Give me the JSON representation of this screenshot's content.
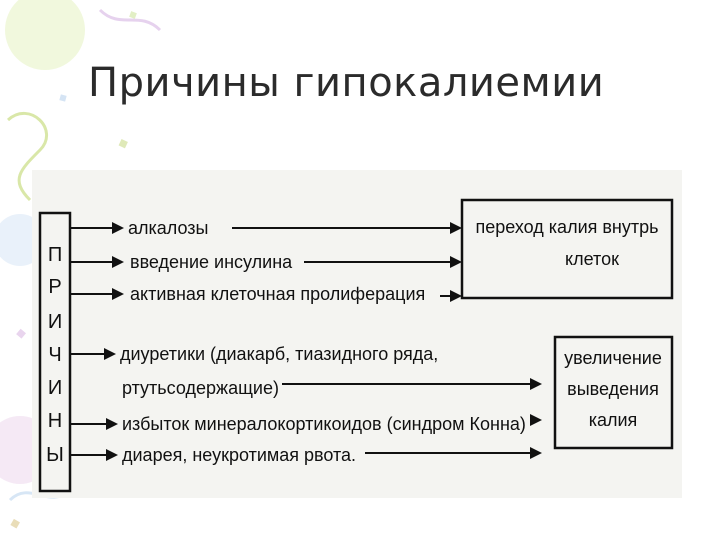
{
  "slide": {
    "title": "Причины гипокалиемии"
  },
  "diagram": {
    "side_label_letters": [
      "П",
      "Р",
      "И",
      "Ч",
      "И",
      "Н",
      "Ы"
    ],
    "causes": [
      {
        "text": "алкалозы"
      },
      {
        "text": "введение инсулина"
      },
      {
        "text": "активная клеточная пролиферация"
      },
      {
        "text": "диуретики (диакарб, тиазидного ряда,"
      },
      {
        "text": "ртутьсодержащие)"
      },
      {
        "text": "избыток минералокортикоидов (синдром Конна)"
      },
      {
        "text": "диарея, неукротимая рвота."
      }
    ],
    "outcome_top": {
      "lines": [
        "переход калия внутрь",
        "клеток"
      ]
    },
    "outcome_bottom": {
      "lines": [
        "увеличение",
        "выведения",
        "калия"
      ]
    }
  }
}
